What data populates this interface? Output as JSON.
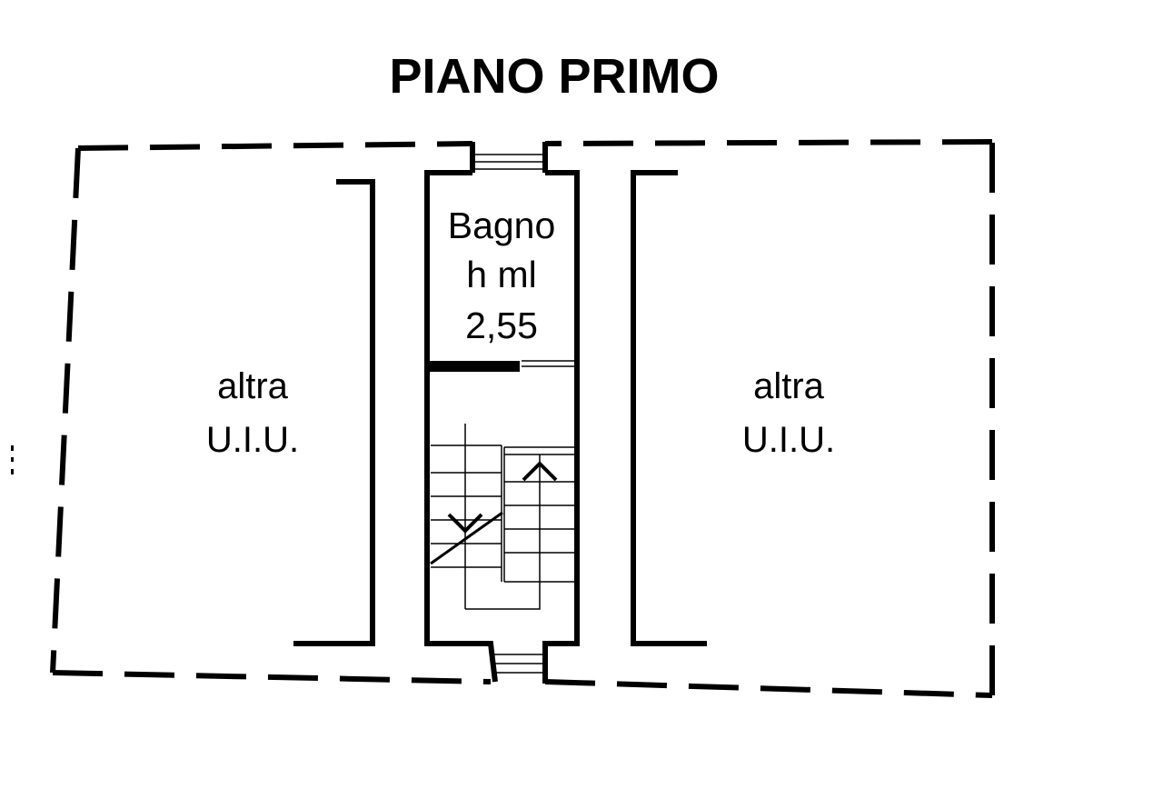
{
  "title": "PIANO PRIMO",
  "rooms": {
    "left": {
      "line1": "altra",
      "line2": "U.I.U."
    },
    "right": {
      "line1": "altra",
      "line2": "U.I.U."
    },
    "bagno": {
      "name": "Bagno",
      "height_label": "h ml",
      "height_value": "2,55"
    }
  },
  "stair_direction": {
    "up": "arrow-up-icon",
    "down": "arrow-down-icon"
  },
  "colors": {
    "ink": "#000000",
    "background": "#ffffff"
  }
}
